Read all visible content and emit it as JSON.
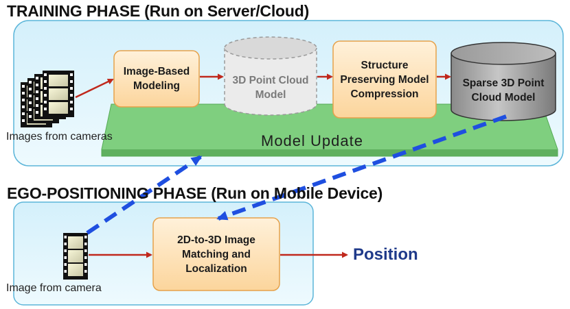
{
  "training": {
    "title": "TRAINING PHASE (Run on Server/Cloud)",
    "images_caption": "Images from cameras",
    "box_modeling": "Image-Based Modeling",
    "cyl_dense": "3D Point Cloud Model",
    "box_compression": "Structure Preserving Model Compression",
    "cyl_sparse": "Sparse 3D Point Cloud Model",
    "model_update": "Model Update"
  },
  "ego": {
    "title": "EGO-POSITIONING PHASE (Run on Mobile Device)",
    "image_caption": "Image from camera",
    "box_matching": "2D-to-3D Image Matching and Localization",
    "position": "Position"
  },
  "colors": {
    "phase_panel_fill": "#e6f7fd",
    "phase_panel_stroke": "#5bb5d9",
    "process_box_fill": "#fde2b8",
    "process_box_stroke": "#e6a14a",
    "model_update_fill": "#8ad68a",
    "arrow_red": "#c0281c",
    "arrow_blue": "#1f4fe0",
    "position_text": "#1f3a8a"
  }
}
